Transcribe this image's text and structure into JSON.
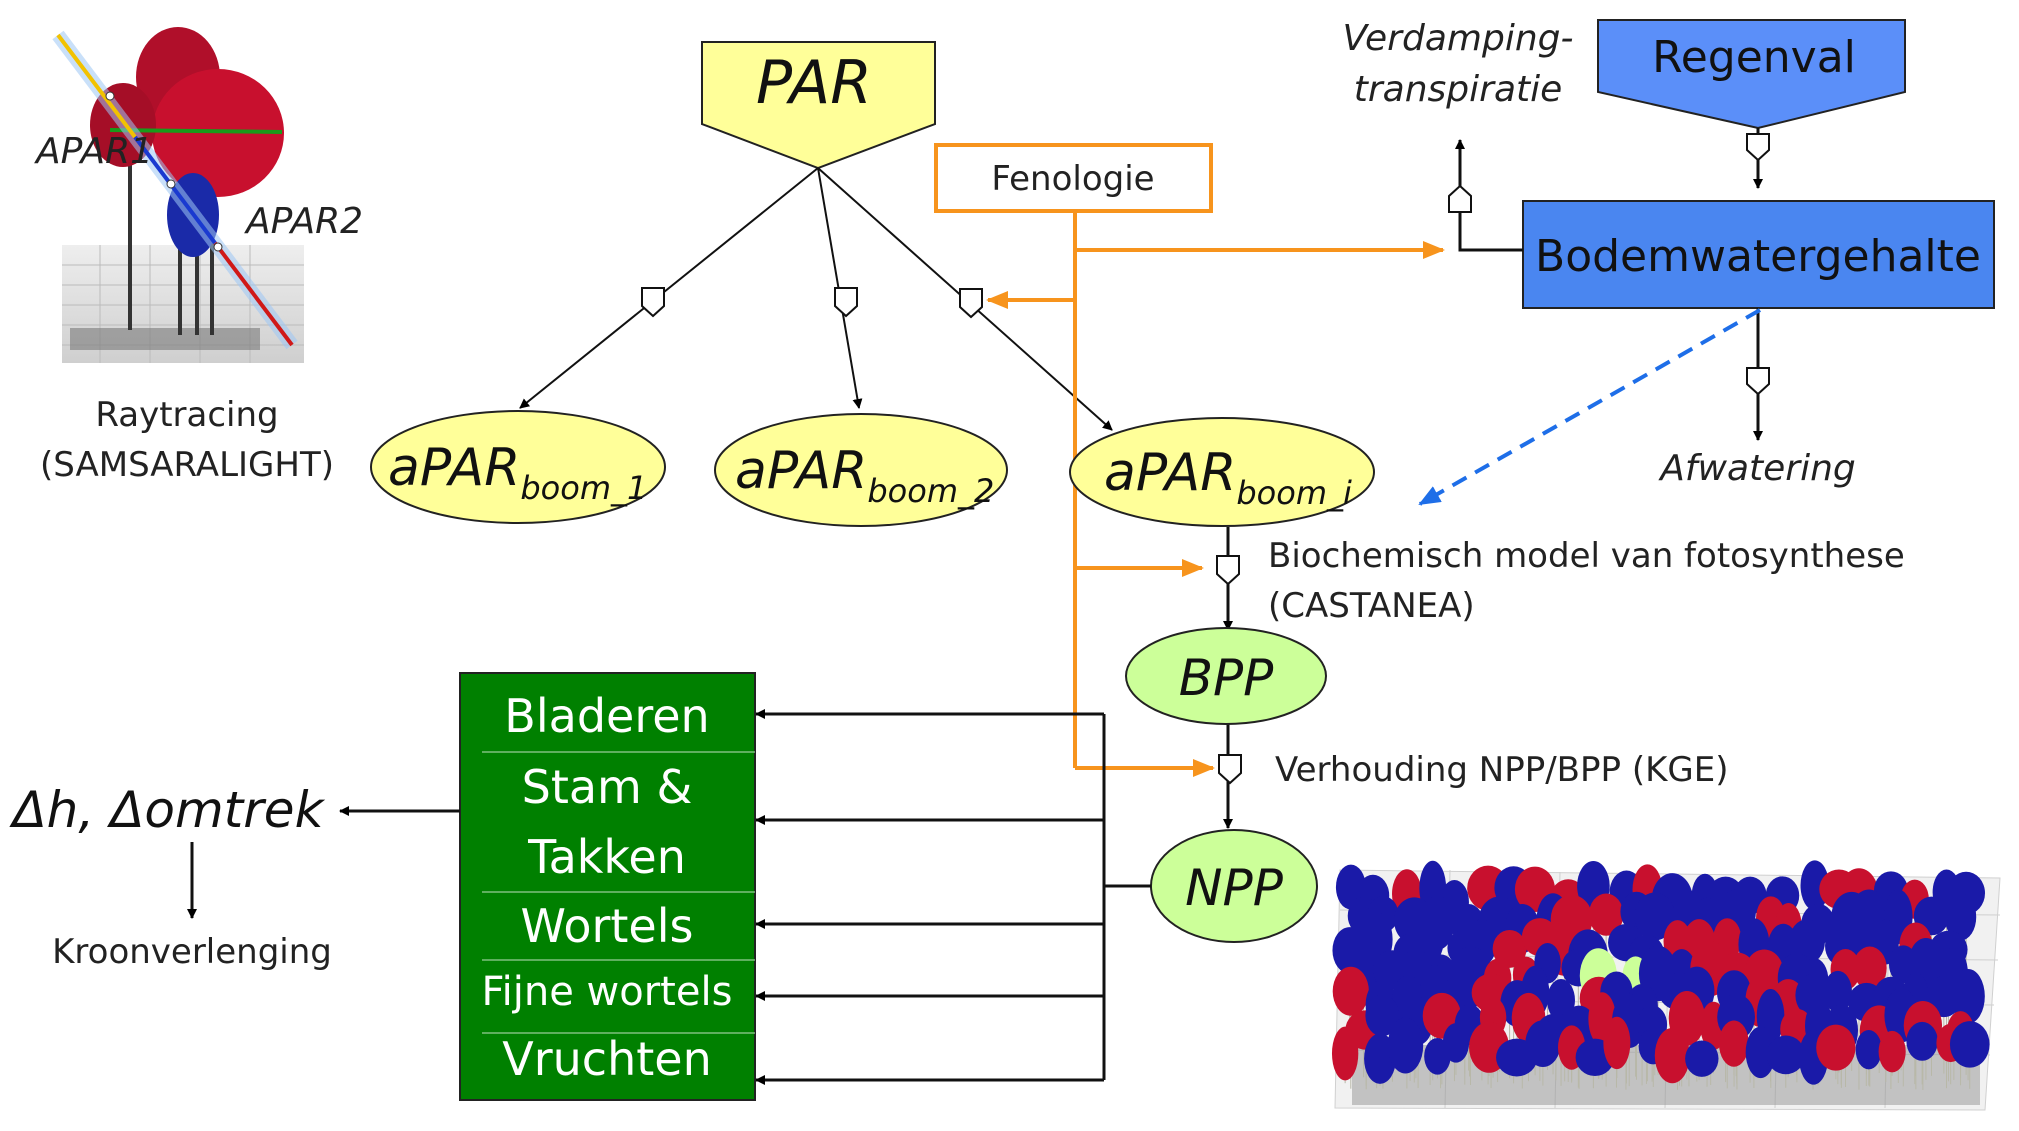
{
  "colors": {
    "par_fill": "#ffff99",
    "green_fill": "#ccff99",
    "alloc_fill": "#008000",
    "water_fill": "#5b8ff9",
    "orange": "#f7941d",
    "dashed_blue": "#1e6ee8",
    "crown_red": "#c8102e",
    "crown_blue": "#1a1aa8"
  },
  "icons": {
    "tree_raytrace": "tree-raytracing-illustration",
    "forest_stand": "forest-stand-3d-illustration",
    "flow_valve": "flow-valve-icon"
  },
  "par": {
    "label": "PAR"
  },
  "fenologie": {
    "label": "Fenologie"
  },
  "raytracing": {
    "apar1": "APAR1",
    "apar2": "APAR2",
    "line1": "Raytracing",
    "line2": "(SAMSARALIGHT)"
  },
  "apar_nodes": [
    {
      "main": "aPAR",
      "sub": "boom_1"
    },
    {
      "main": "aPAR",
      "sub": "boom_2"
    },
    {
      "main": "aPAR",
      "sub": "boom_i"
    }
  ],
  "water": {
    "regenval": "Regenval",
    "bodem": "Bodemwatergehalte",
    "evap_line1": "Verdamping-",
    "evap_line2": "transpiratie",
    "afwatering": "Afwatering"
  },
  "biochem": {
    "line1": "Biochemisch model van fotosynthese",
    "line2": "(CASTANEA)"
  },
  "bpp": {
    "label": "BPP"
  },
  "ratio": {
    "label": "Verhouding NPP/BPP (KGE)"
  },
  "npp": {
    "label": "NPP"
  },
  "allocation": {
    "items": [
      "Bladeren",
      "Stam &",
      "Takken",
      "Wortels",
      "Fijne wortels",
      "Vruchten"
    ]
  },
  "growth": {
    "delta": "Δh, Δomtrek",
    "kroon": "Kroonverlenging"
  }
}
